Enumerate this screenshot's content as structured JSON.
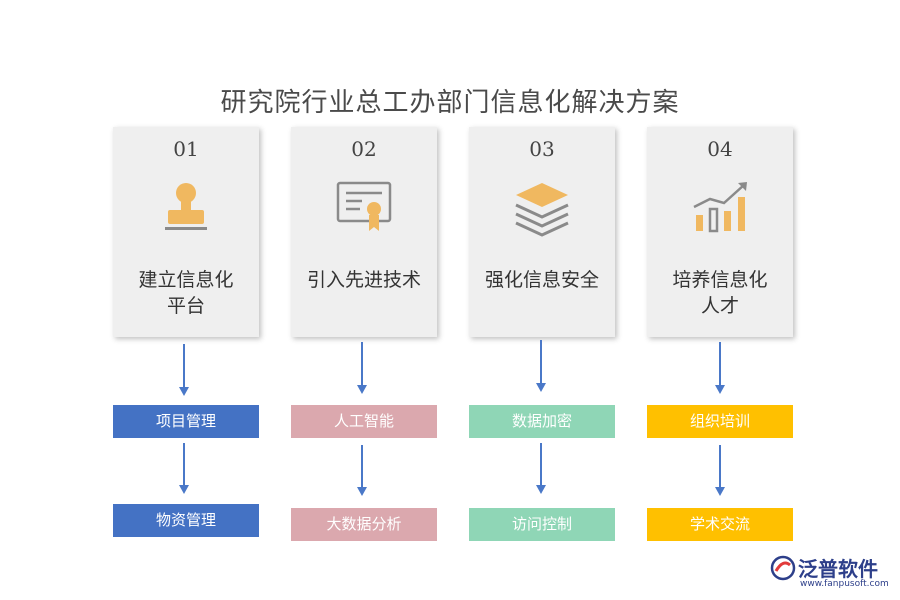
{
  "title": "研究院行业总工办部门信息化解决方案",
  "colors": {
    "col1": "#4472c4",
    "col2": "#dba8ae",
    "col3": "#8fd6b6",
    "col4": "#ffc000",
    "icon": "#f0b860",
    "iconline": "#8a8a8a"
  },
  "columns": [
    {
      "num": "01",
      "label": "建立信息化\n平台",
      "icon": "stamp-icon",
      "items": [
        "项目管理",
        "物资管理"
      ]
    },
    {
      "num": "02",
      "label": "引入先进技术",
      "icon": "certificate-icon",
      "items": [
        "人工智能",
        "大数据分析"
      ]
    },
    {
      "num": "03",
      "label": "强化信息安全",
      "icon": "layers-icon",
      "items": [
        "数据加密",
        "访问控制"
      ]
    },
    {
      "num": "04",
      "label": "培养信息化\n人才",
      "icon": "growth-chart-icon",
      "items": [
        "组织培训",
        "学术交流"
      ]
    }
  ],
  "logo": {
    "brand": "泛普软件",
    "url": "www.fanpusoft.com"
  }
}
